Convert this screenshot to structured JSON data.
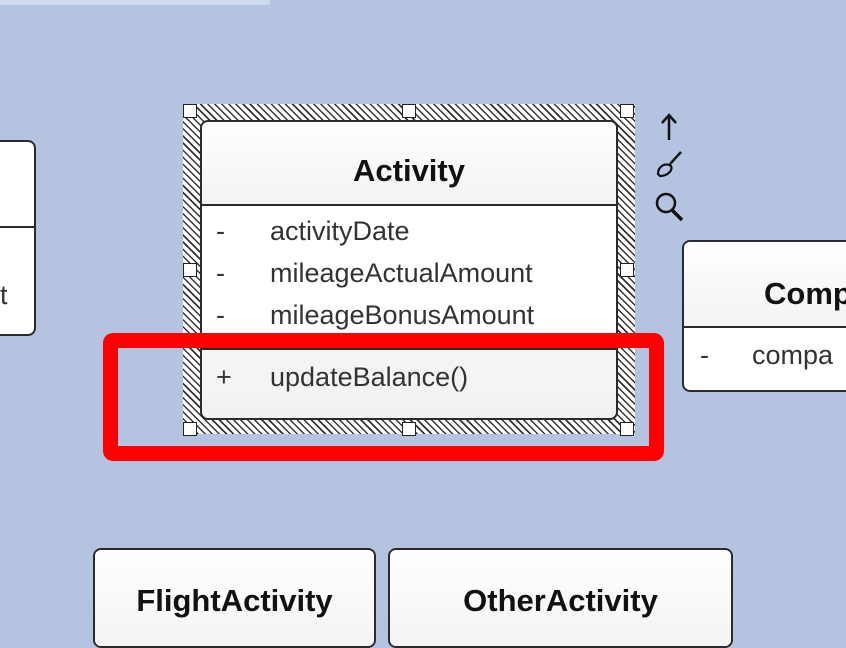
{
  "diagram": {
    "activity_class": {
      "name": "Activity",
      "attributes": [
        {
          "visibility": "-",
          "name": "activityDate"
        },
        {
          "visibility": "-",
          "name": "mileageActualAmount"
        },
        {
          "visibility": "-",
          "name": "mileageBonusAmount"
        }
      ],
      "operations": [
        {
          "visibility": "+",
          "name": "updateBalance()"
        }
      ]
    },
    "company_class": {
      "name_fragment": "Comp",
      "attributes": [
        {
          "visibility": "-",
          "name": "compa"
        }
      ]
    },
    "left_class": {
      "text_fragment": "t"
    },
    "flight_activity_class": {
      "name": "FlightActivity"
    },
    "other_activity_class": {
      "name": "OtherActivity"
    }
  },
  "toolbar": {
    "icons": [
      "up-arrow-icon",
      "brush-icon",
      "magnifier-icon"
    ]
  },
  "highlight": {
    "color": "#ff0000"
  },
  "colors": {
    "canvas": "#b4c4e0"
  }
}
